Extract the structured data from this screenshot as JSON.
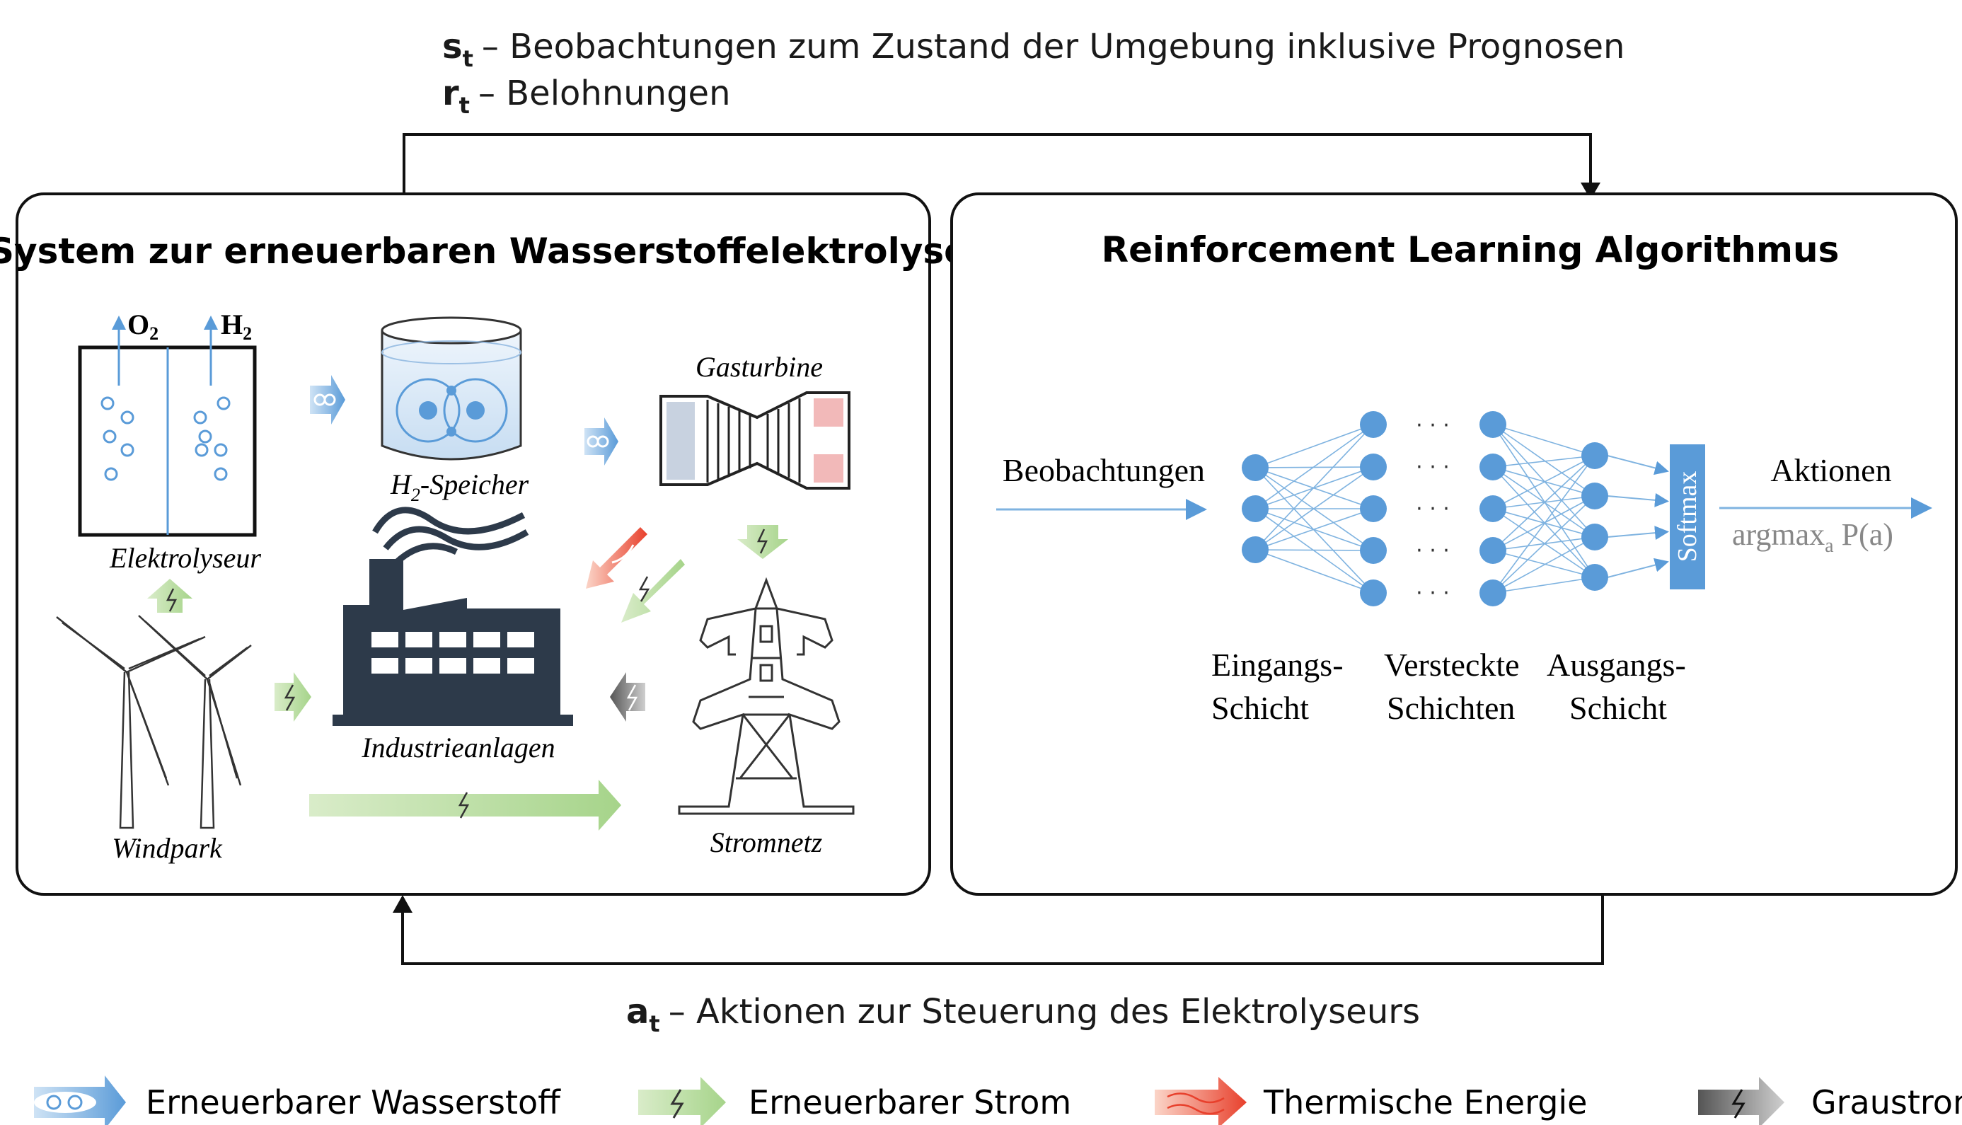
{
  "header": {
    "s_symbol": "s",
    "s_sub": "t",
    "s_text": "– Beobachtungen zum Zustand der Umgebung inklusive Prognosen",
    "r_symbol": "r",
    "r_sub": "t",
    "r_text": "– Belohnungen"
  },
  "footer": {
    "a_symbol": "a",
    "a_sub": "t",
    "a_text": "– Aktionen zur Steuerung des Elektrolyseurs"
  },
  "system_box": {
    "title": "System zur erneuerbaren Wasserstoffelektrolyse",
    "o2_label": "O",
    "o2_sub": "2",
    "h2_label": "H",
    "h2_sub": "2",
    "elektrolyseur": "Elektrolyseur",
    "speicher_main": "H",
    "speicher_sub": "2",
    "speicher_rest": "-Speicher",
    "gasturbine": "Gasturbine",
    "industrie": "Industrieanlagen",
    "windpark": "Windpark",
    "stromnetz": "Stromnetz"
  },
  "rl_box": {
    "title": "Reinforcement Learning Algorithmus",
    "input_label": "Beobachtungen",
    "output_label": "Aktionen",
    "argmax_main": "argmax",
    "argmax_sub": "a",
    "argmax_rest": " P(a)",
    "softmax": "Softmax",
    "layer_input_1": "Eingangs-",
    "layer_input_2": "Schicht",
    "layer_hidden_1": "Versteckte",
    "layer_hidden_2": "Schichten",
    "layer_output_1": "Ausgangs-",
    "layer_output_2": "Schicht",
    "dots": "· · ·"
  },
  "legend": {
    "items": [
      {
        "label": "Erneuerbarer Wasserstoff"
      },
      {
        "label": "Erneuerbarer Strom"
      },
      {
        "label": "Thermische Energie"
      },
      {
        "label": "Graustrom"
      }
    ]
  },
  "colors": {
    "node_blue": "#5a9bd8",
    "line_blue": "#7fb3e0",
    "hydrogen_arrow": "#5a9bd8",
    "green_arrow": "#a6d48a",
    "thermal_arrow": "#e8402c",
    "grey_arrow": "#6a6a6a",
    "box_border": "#111111"
  }
}
